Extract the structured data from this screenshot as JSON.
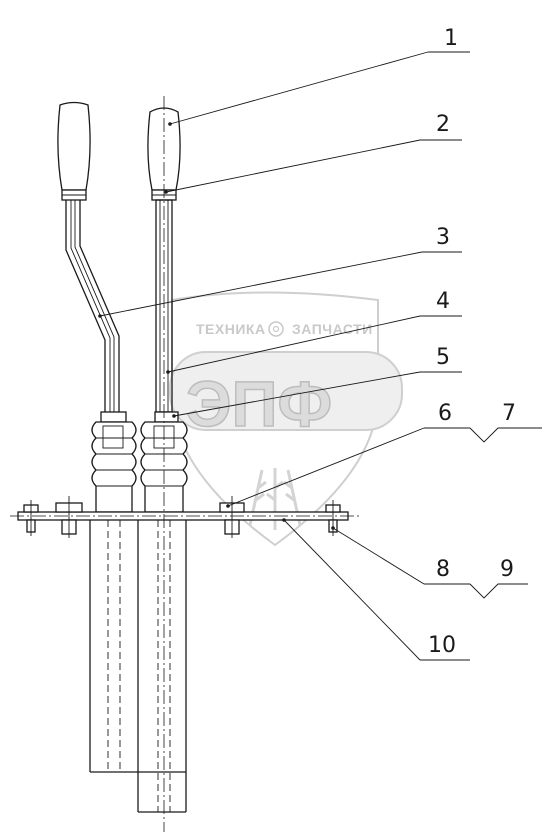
{
  "callouts": [
    {
      "label": "1"
    },
    {
      "label": "2"
    },
    {
      "label": "3"
    },
    {
      "label": "4"
    },
    {
      "label": "5"
    },
    {
      "label": "6"
    },
    {
      "label": "7"
    },
    {
      "label": "8"
    },
    {
      "label": "9"
    },
    {
      "label": "10"
    }
  ],
  "watermark": {
    "top_text_left": "ТЕХНИКА",
    "top_text_right": "ЗАПЧАСТИ",
    "main_text": "ЭПФ"
  }
}
